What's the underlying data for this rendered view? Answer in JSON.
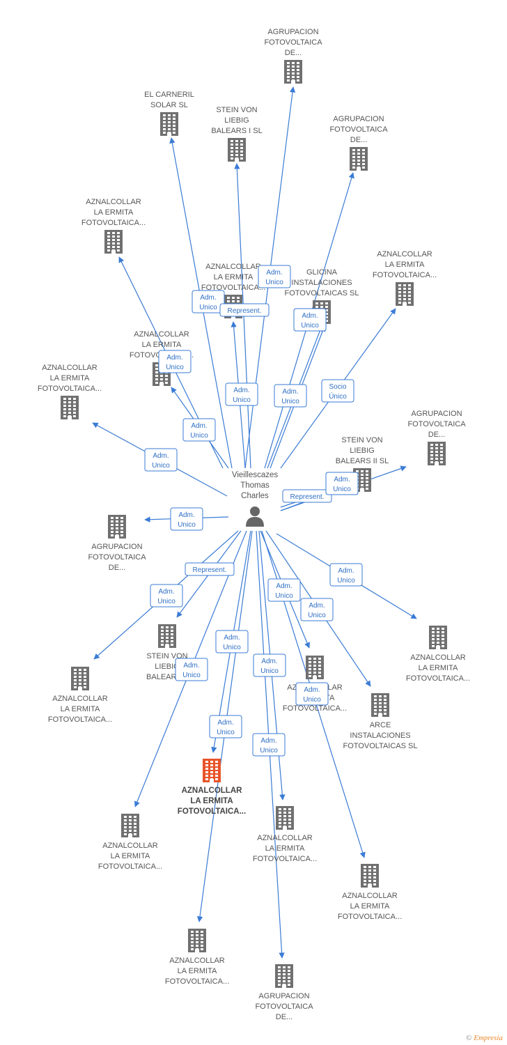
{
  "center": {
    "name_lines": [
      "Vieillescazes",
      "Thomas",
      "Charles"
    ],
    "icon": "person-icon"
  },
  "colors": {
    "edge": "#3a7bd5",
    "building": "#707070",
    "highlight": "#e8542a",
    "text": "#555555"
  },
  "nodes": [
    {
      "id": "n1",
      "lines": [
        "AGRUPACION",
        "FOTOVOLTAICA",
        "DE..."
      ],
      "icon": "building-icon"
    },
    {
      "id": "n2",
      "lines": [
        "EL CARNERIL",
        "SOLAR SL"
      ],
      "icon": "building-icon"
    },
    {
      "id": "n3",
      "lines": [
        "STEIN VON",
        "LIEBIG",
        "BALEARS I SL"
      ],
      "icon": "building-icon"
    },
    {
      "id": "n4",
      "lines": [
        "AGRUPACION",
        "FOTOVOLTAICA",
        "DE..."
      ],
      "icon": "building-icon"
    },
    {
      "id": "n5",
      "lines": [
        "AZNALCOLLAR",
        "LA ERMITA",
        "FOTOVOLTAICA..."
      ],
      "icon": "building-icon"
    },
    {
      "id": "n6",
      "lines": [
        "AZNALCOLLAR",
        "LA ERMITA",
        "FOTOVOLTAICA..."
      ],
      "icon": "building-icon"
    },
    {
      "id": "n7",
      "lines": [
        "GLICINA",
        "INSTALACIONES",
        "FOTOVOLTAICAS SL"
      ],
      "icon": "building-icon"
    },
    {
      "id": "n8",
      "lines": [
        "AZNALCOLLAR",
        "LA ERMITA",
        "FOTOVOLTAICA..."
      ],
      "icon": "building-icon"
    },
    {
      "id": "n9",
      "lines": [
        "AZNALCOLLAR",
        "LA ERMITA",
        "FOTOVOLTAICA..."
      ],
      "icon": "building-icon"
    },
    {
      "id": "n10",
      "lines": [
        "AZNALCOLLAR",
        "LA ERMITA",
        "FOTOVOLTAICA..."
      ],
      "icon": "building-icon"
    },
    {
      "id": "n11",
      "lines": [
        "AGRUPACION",
        "FOTOVOLTAICA",
        "DE..."
      ],
      "icon": "building-icon"
    },
    {
      "id": "n12",
      "lines": [
        "STEIN VON",
        "LIEBIG",
        "BALEARS II SL"
      ],
      "icon": "building-icon"
    },
    {
      "id": "n13",
      "lines": [
        "AGRUPACION",
        "FOTOVOLTAICA",
        "DE..."
      ],
      "icon": "building-icon"
    },
    {
      "id": "n14",
      "lines": [
        "AZNALCOLLAR",
        "LA ERMITA",
        "FOTOVOLTAICA..."
      ],
      "icon": "building-icon"
    },
    {
      "id": "n15",
      "lines": [
        "STEIN VON",
        "LIEBIG",
        "BALEARS..."
      ],
      "icon": "building-icon"
    },
    {
      "id": "n16",
      "lines": [
        "AZNALCOLLAR",
        "LA ERMITA",
        "FOTOVOLTAICA..."
      ],
      "icon": "building-icon"
    },
    {
      "id": "n17",
      "lines": [
        "AZNALCOLLAR",
        "LA ERMITA",
        "FOTOVOLTAICA..."
      ],
      "icon": "building-icon"
    },
    {
      "id": "n18",
      "lines": [
        "ARCE",
        "INSTALACIONES",
        "FOTOVOLTAICAS SL"
      ],
      "icon": "building-icon"
    },
    {
      "id": "n19",
      "lines": [
        "AZNALCOLLAR",
        "LA ERMITA",
        "FOTOVOLTAICA..."
      ],
      "icon": "building-icon",
      "highlight": true
    },
    {
      "id": "n20",
      "lines": [
        "AZNALCOLLAR",
        "LA ERMITA",
        "FOTOVOLTAICA..."
      ],
      "icon": "building-icon"
    },
    {
      "id": "n21",
      "lines": [
        "AZNALCOLLAR",
        "LA ERMITA",
        "FOTOVOLTAICA..."
      ],
      "icon": "building-icon"
    },
    {
      "id": "n22",
      "lines": [
        "AZNALCOLLAR",
        "LA ERMITA",
        "FOTOVOLTAICA..."
      ],
      "icon": "building-icon"
    },
    {
      "id": "n23",
      "lines": [
        "AZNALCOLLAR",
        "LA ERMITA",
        "FOTOVOLTAICA..."
      ],
      "icon": "building-icon"
    },
    {
      "id": "n24",
      "lines": [
        "AGRUPACION",
        "FOTOVOLTAICA",
        "DE..."
      ],
      "icon": "building-icon"
    }
  ],
  "edges": [
    {
      "target": "n1",
      "label": [
        "Adm.",
        "Unico"
      ]
    },
    {
      "target": "n2",
      "label": [
        "Adm.",
        "Unico"
      ]
    },
    {
      "target": "n3",
      "label": [
        "Adm.",
        "Unico"
      ]
    },
    {
      "target": "n4",
      "label": [
        "Adm.",
        "Unico"
      ]
    },
    {
      "target": "n5",
      "label": [
        "Adm.",
        "Unico"
      ]
    },
    {
      "target": "n6",
      "label": [
        "Represent."
      ]
    },
    {
      "target": "n7",
      "label": [
        "Adm.",
        "Unico"
      ]
    },
    {
      "target": "n8",
      "label": [
        "Socio",
        "Único"
      ]
    },
    {
      "target": "n9",
      "label": [
        "Adm.",
        "Unico"
      ]
    },
    {
      "target": "n10",
      "label": [
        "Adm.",
        "Unico"
      ]
    },
    {
      "target": "n11",
      "label": [
        "Adm.",
        "Unico"
      ]
    },
    {
      "target": "n12",
      "label": [
        "Represent."
      ]
    },
    {
      "target": "n13",
      "label": [
        "Adm.",
        "Unico"
      ]
    },
    {
      "target": "n14",
      "label": [
        "Adm.",
        "Unico"
      ]
    },
    {
      "target": "n15",
      "label": [
        "Represent."
      ]
    },
    {
      "target": "n16",
      "label": [
        "Adm.",
        "Unico"
      ]
    },
    {
      "target": "n17",
      "label": [
        "Adm.",
        "Unico"
      ]
    },
    {
      "target": "n18",
      "label": [
        "Adm.",
        "Unico"
      ]
    },
    {
      "target": "n19",
      "label": [
        "Adm.",
        "Unico"
      ]
    },
    {
      "target": "n20",
      "label": [
        "Adm.",
        "Unico"
      ]
    },
    {
      "target": "n21",
      "label": [
        "Adm.",
        "Unico"
      ]
    },
    {
      "target": "n22",
      "label": [
        "Adm.",
        "Unico"
      ]
    },
    {
      "target": "n23",
      "label": [
        "Adm.",
        "Unico"
      ]
    },
    {
      "target": "n24",
      "label": [
        "Adm.",
        "Unico"
      ]
    },
    {
      "target": "n7",
      "label": [
        "Adm.",
        "Unico"
      ]
    },
    {
      "target": "n12",
      "label": [
        "Adm.",
        "Unico"
      ]
    }
  ],
  "footer": {
    "copyright": "©",
    "brand": "Empresia"
  }
}
